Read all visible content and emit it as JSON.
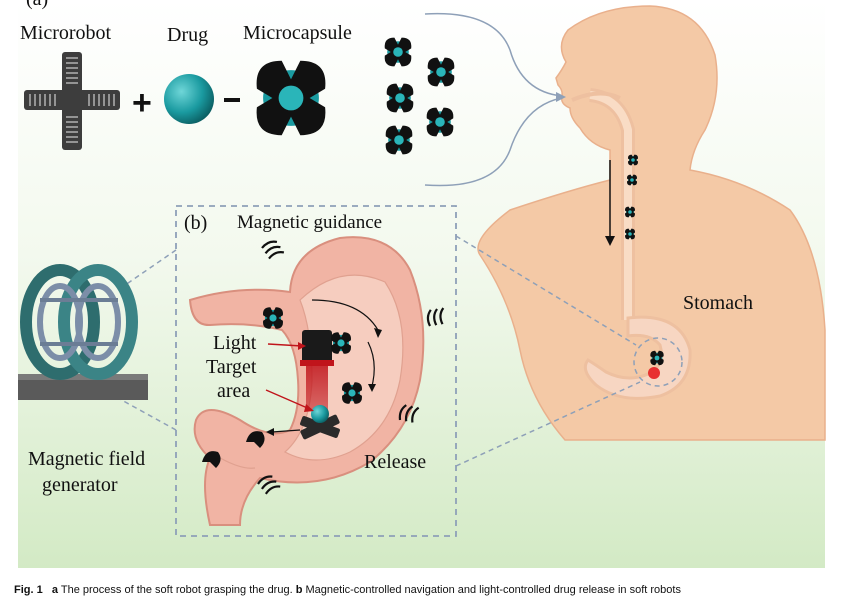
{
  "figure": {
    "panel_a_label": "(a)",
    "panel_b_label": "(b)",
    "microrobot_label": "Microrobot",
    "drug_label": "Drug",
    "microcapsule_label": "Microcapsule",
    "plus_symbol": "+",
    "stomach_label": "Stomach",
    "magnetic_guidance_label": "Magnetic guidance",
    "light_label": "Light",
    "target_area_label_line1": "Target",
    "target_area_label_line2": "area",
    "release_label": "Release",
    "magnetic_field_label_line1": "Magnetic field",
    "magnetic_field_label_line2": "generator"
  },
  "caption": {
    "fig_label": "Fig. 1",
    "a_letter": "a",
    "a_text": "The process of the soft robot grasping the drug.",
    "b_letter": "b",
    "b_text": "Magnetic-controlled navigation and light-controlled drug release in soft robots"
  },
  "colors": {
    "background_top": "#ffffff",
    "background_bottom": "#d6ecc9",
    "skin": "#f4c9a6",
    "drug_teal": "#1a9aa0",
    "stomach_pink": "#f1b4a4",
    "light_red": "#c0141b",
    "coil_teal": "#2e6d6e"
  }
}
